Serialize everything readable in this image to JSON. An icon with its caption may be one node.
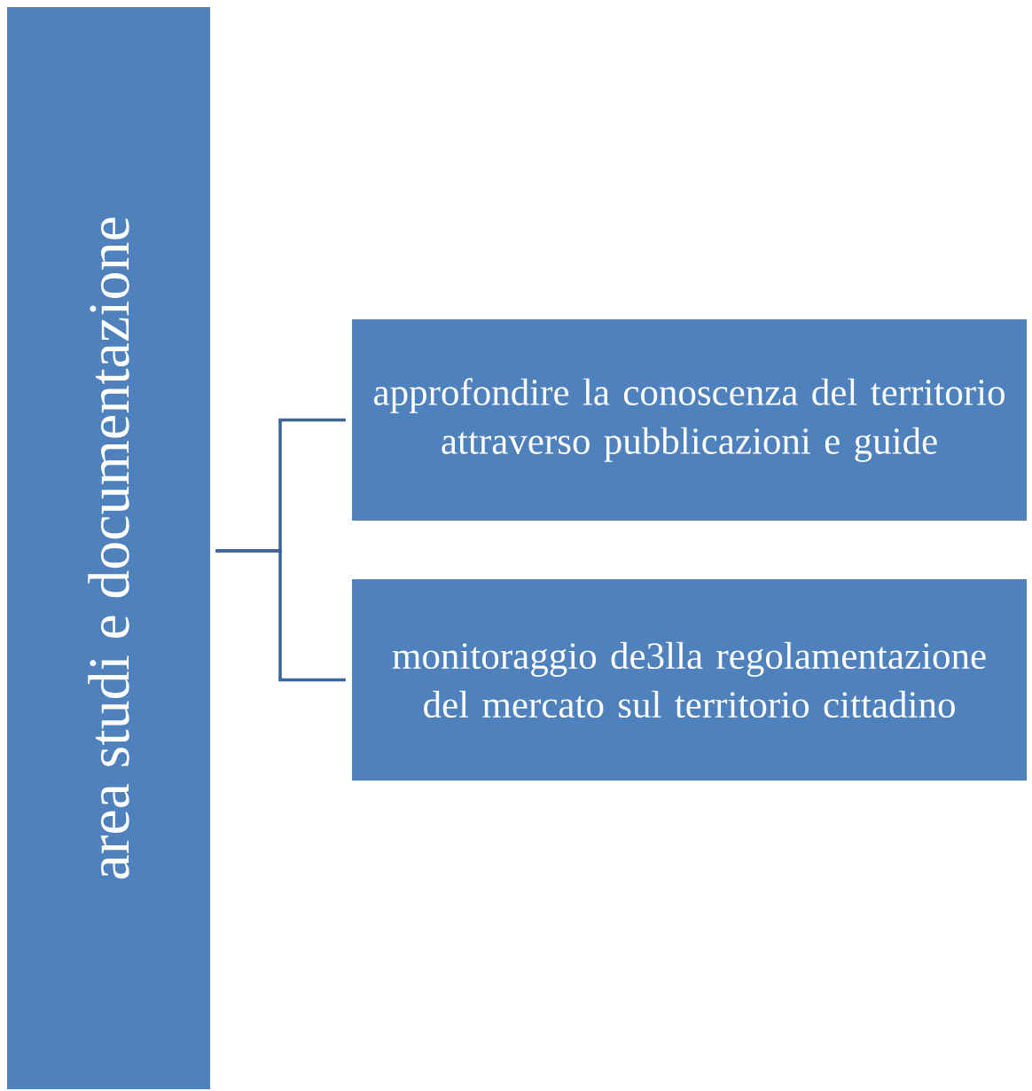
{
  "diagram": {
    "nodes": [
      {
        "text": [
          "area studi e documentazione"
        ]
      },
      {
        "text": [
          "approfondire la conoscenza del territorio attraverso pubblicazioni e guide"
        ]
      },
      {
        "text": [
          "monitoraggio de3lla regolamentazione del mercato sul territorio cittadino"
        ]
      }
    ],
    "edges": [
      {
        "from": 0,
        "to": 1,
        "arrow": "none"
      },
      {
        "from": 0,
        "to": 2,
        "arrow": "none"
      }
    ]
  }
}
